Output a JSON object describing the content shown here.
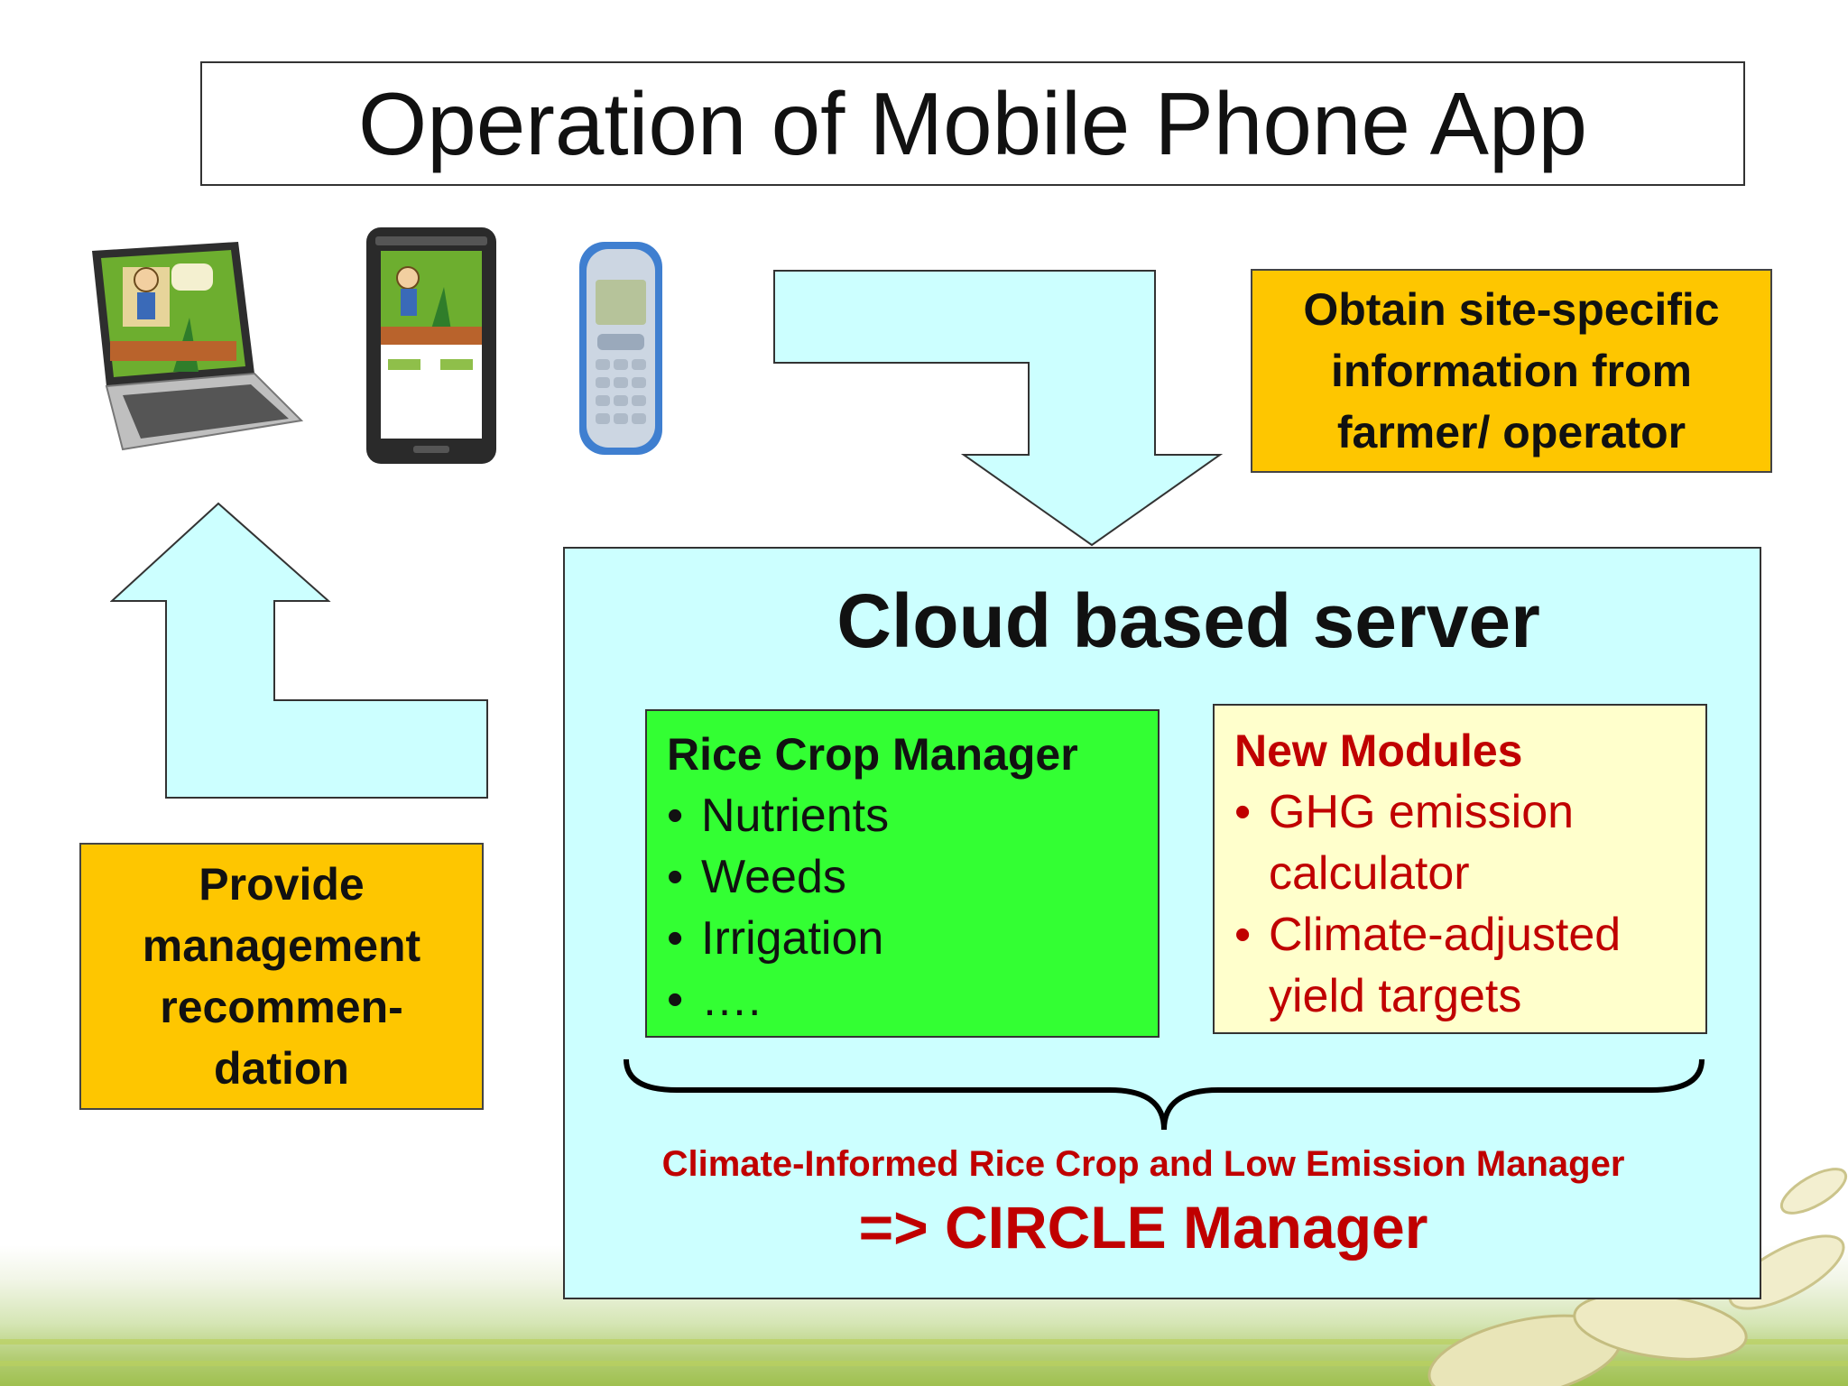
{
  "title": "Operation of Mobile Phone App",
  "devices": [
    {
      "icon": "laptop-icon"
    },
    {
      "icon": "tablet-icon"
    },
    {
      "icon": "mobile-phone-icon"
    }
  ],
  "obtain_box": {
    "lines": [
      "Obtain site-specific",
      "information from",
      "farmer/ operator"
    ]
  },
  "provide_box": {
    "lines": [
      "Provide",
      "management",
      "recommen-",
      "dation"
    ]
  },
  "cloud": {
    "title": "Cloud based server",
    "rice_crop_manager": {
      "heading": "Rice Crop Manager",
      "items": [
        "Nutrients",
        "Weeds",
        "Irrigation",
        "…."
      ]
    },
    "new_modules": {
      "heading": "New Modules",
      "items": [
        "GHG emission calculator",
        "Climate-adjusted yield targets"
      ]
    },
    "full_name": "Climate-Informed Rice Crop and Low Emission Manager",
    "short_name": "=> CIRCLE Manager"
  },
  "colors": {
    "orange": "#fec600",
    "cloud": "#ccffff",
    "green": "#33ff33",
    "yellow": "#ffffcc",
    "red_text": "#c00000",
    "arrow": "#ccffff"
  }
}
